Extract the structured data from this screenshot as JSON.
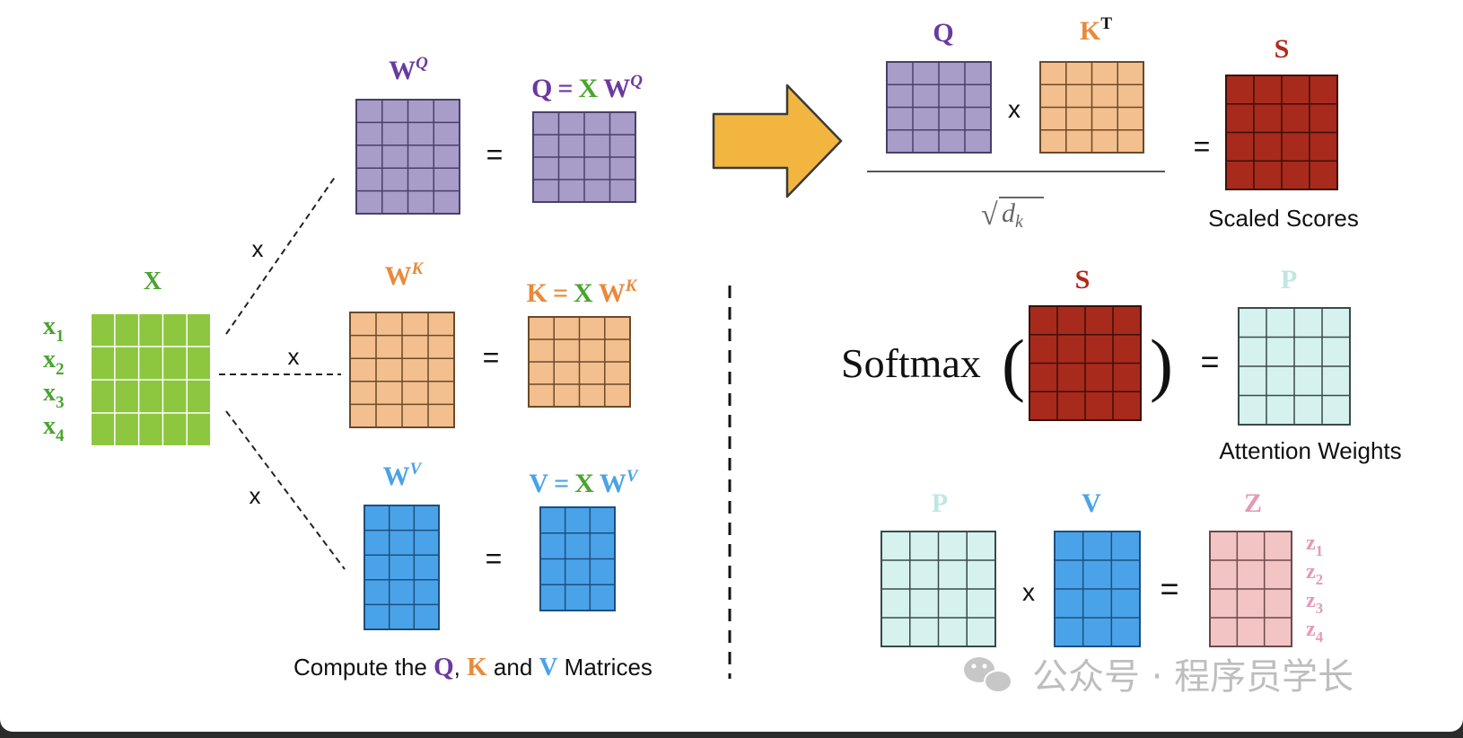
{
  "colors": {
    "x": "#8dc63f",
    "q": "#a89cc8",
    "k": "#f4bf8e",
    "v": "#4aa3e8",
    "s": "#a82a1c",
    "p": "#d6f2ef",
    "z": "#f2c4c4",
    "x_label": "#4aa52e",
    "q_label": "#6a3aa0",
    "k_label": "#e88a3a",
    "v_label": "#4aa3e8",
    "s_label": "#b02a1c",
    "p_label": "#bfe7e2",
    "z_label": "#e29ab8",
    "arrow": "#f2b640"
  },
  "x_matrix": {
    "label": "X",
    "rows": [
      {
        "base": "x",
        "sub": "1"
      },
      {
        "base": "x",
        "sub": "2"
      },
      {
        "base": "x",
        "sub": "3"
      },
      {
        "base": "x",
        "sub": "4"
      }
    ]
  },
  "operators": {
    "times": "x",
    "equals": "="
  },
  "weights": {
    "q": {
      "base": "W",
      "sup": "Q"
    },
    "k": {
      "base": "W",
      "sup": "K"
    },
    "v": {
      "base": "W",
      "sup": "V"
    }
  },
  "results": {
    "q": {
      "lhs": "Q",
      "eq": "=",
      "x": "X",
      "w": "W",
      "sup": "Q"
    },
    "k": {
      "lhs": "K",
      "eq": "=",
      "x": "X",
      "w": "W",
      "sup": "K"
    },
    "v": {
      "lhs": "V",
      "eq": "=",
      "x": "X",
      "w": "W",
      "sup": "V"
    }
  },
  "caption": {
    "prefix": "Compute the ",
    "q": "Q",
    "comma": ", ",
    "k": "K",
    "and": " and ",
    "v": "V",
    "suffix": " Matrices"
  },
  "scores": {
    "q_label": "Q",
    "k_label": "K",
    "k_sup": "T",
    "sqrt_symbol": "√",
    "denominator": "d",
    "denominator_sub": "k",
    "s_label": "S",
    "caption": "Scaled Scores"
  },
  "softmax": {
    "func": "Softmax",
    "open_paren": "(",
    "close_paren": ")",
    "s_label": "S",
    "p_label": "P",
    "caption": "Attention Weights"
  },
  "output": {
    "p_label": "P",
    "v_label": "V",
    "z_label": "Z",
    "rows": [
      {
        "base": "z",
        "sub": "1"
      },
      {
        "base": "z",
        "sub": "2"
      },
      {
        "base": "z",
        "sub": "3"
      },
      {
        "base": "z",
        "sub": "4"
      }
    ]
  },
  "watermark": {
    "icon": "wechat-icon",
    "text": "公众号 · 程序员学长"
  }
}
